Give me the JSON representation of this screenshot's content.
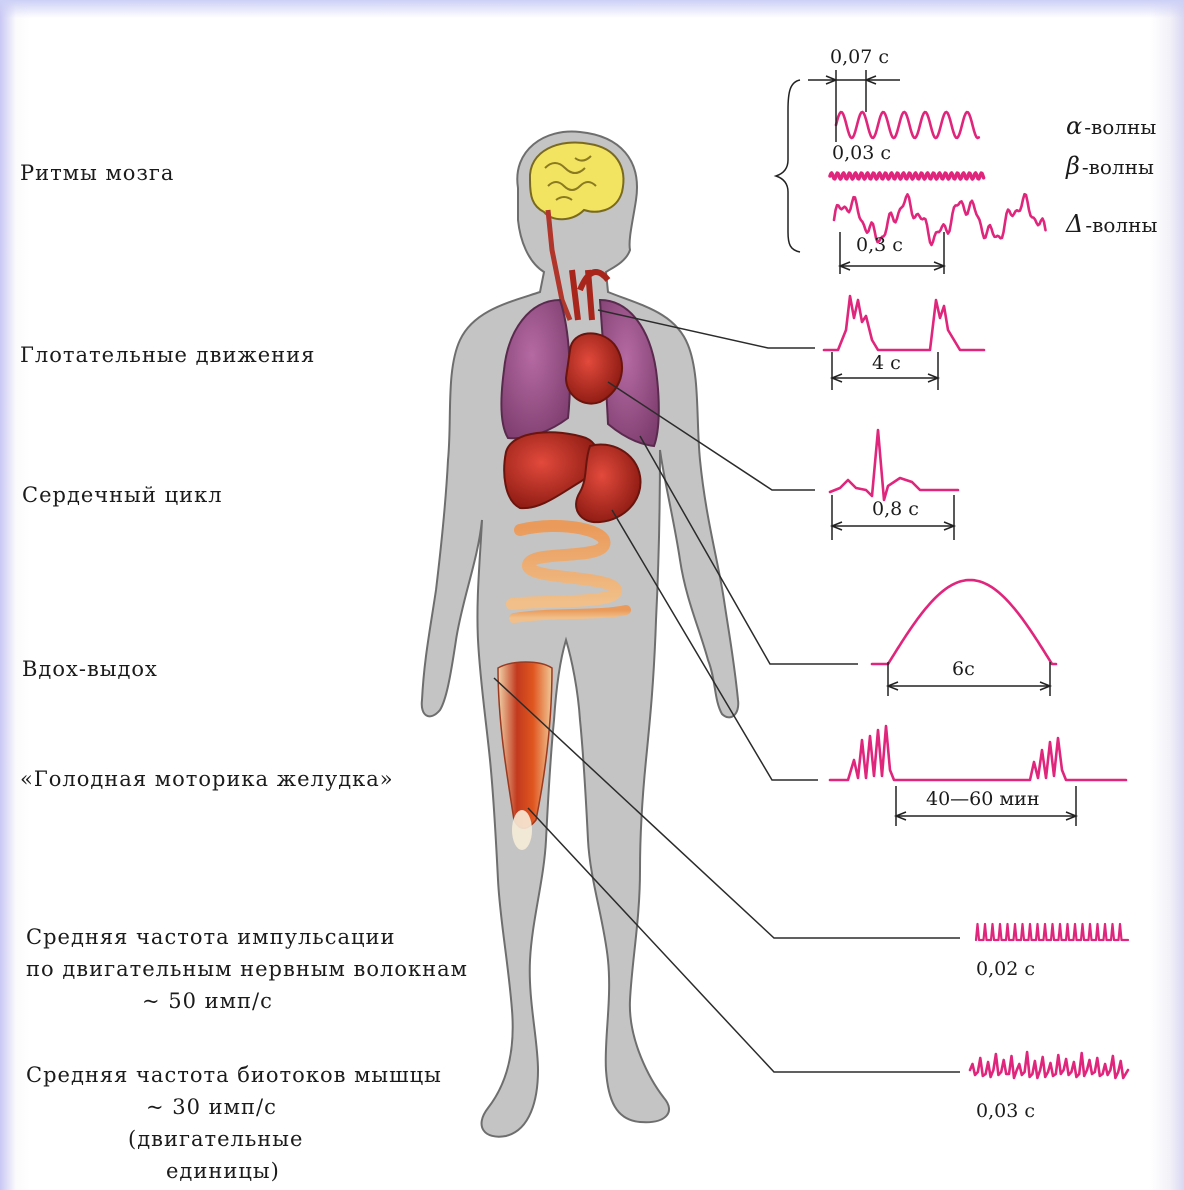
{
  "labels": {
    "brain": "Ритмы мозга",
    "swallow": "Глотательные движения",
    "heart": "Сердечный цикл",
    "breath": "Вдох-выдох",
    "stomach": "«Голодная моторика желудка»",
    "nerve_1": "Средняя частота импульсации",
    "nerve_2": "по двигательным нервным волокнам",
    "nerve_3": "~ 50 имп/с",
    "muscle_1": "Средняя частота биотоков мышцы",
    "muscle_2": "~ 30 имп/с",
    "muscle_3": "(двигательные",
    "muscle_4": "единицы)"
  },
  "wave_labels": {
    "alpha_symbol": "α",
    "alpha": "-волны",
    "beta_symbol": "β",
    "beta": "-волны",
    "delta_symbol": "Δ",
    "delta": "-волны"
  },
  "durations": {
    "alpha": "0,07 с",
    "beta": "0,03 с",
    "delta": "0,3 с",
    "swallow": "4 с",
    "heart": "0,8 с",
    "breath": "6с",
    "stomach": "40—60 мин",
    "nerve": "0,02 с",
    "muscle": "0,03 с"
  },
  "colors": {
    "trace": "#e0257c",
    "body": "#c4c4c4",
    "brain": "#f2e360",
    "organ": "#b8281d",
    "lung": "#9a4f86",
    "intestine": "#e08c52"
  }
}
